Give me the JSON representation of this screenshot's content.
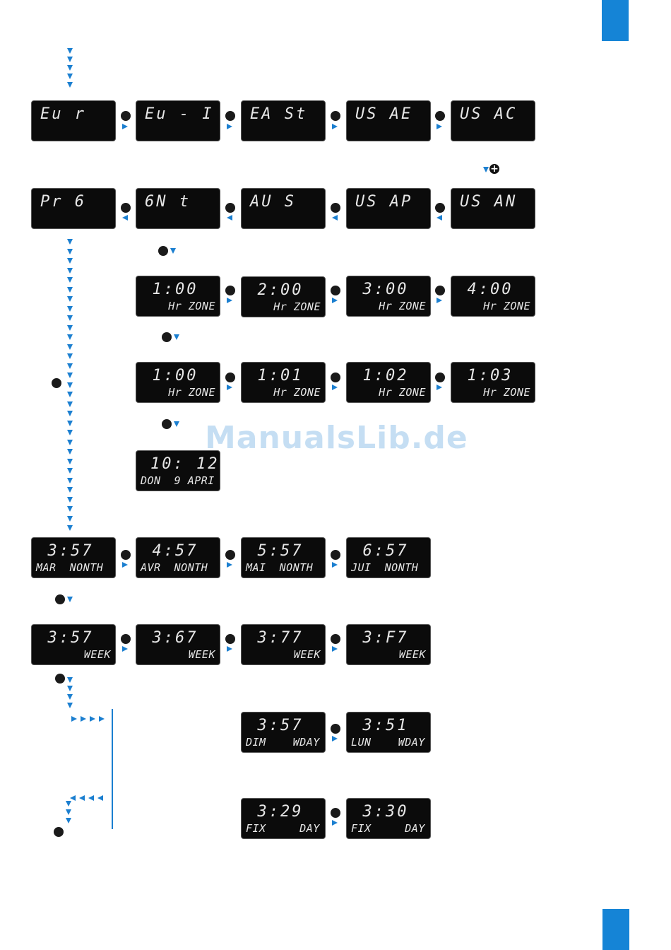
{
  "watermark": "ManualsLib.de",
  "colors": {
    "accent": "#1584d6",
    "arrow": "#1b7fd0",
    "lcd_bg": "#0b0b0b",
    "lcd_text": "#e6e6e6"
  },
  "icons": {
    "button": "black-dot-button",
    "plus": "plus-icon",
    "arrow": "triangle-arrow"
  },
  "row_country_top": [
    "Eu r",
    "Eu - I",
    "EA St",
    "US AE",
    "US AC"
  ],
  "row_country_bottom": [
    "Pr 6",
    "6N t",
    "AU S",
    "US AP",
    "US AN"
  ],
  "plus_symbol": "+",
  "row_zone_hours": [
    {
      "main": "1:00",
      "sub": "Hr ZONE"
    },
    {
      "main": "2:00",
      "sub": "Hr ZONE"
    },
    {
      "main": "3:00",
      "sub": "Hr ZONE"
    },
    {
      "main": "4:00",
      "sub": "Hr ZONE"
    }
  ],
  "row_zone_minutes": [
    {
      "main": "1:00",
      "sub": "Hr ZONE"
    },
    {
      "main": "1:01",
      "sub": "Hr ZONE"
    },
    {
      "main": "1:02",
      "sub": "Hr ZONE"
    },
    {
      "main": "1:03",
      "sub": "Hr ZONE"
    }
  ],
  "date_display": {
    "main": "10: 12",
    "sub": "DON  9 APRI"
  },
  "row_month": [
    {
      "main": "3:57",
      "sub": "MAR  NONTH"
    },
    {
      "main": "4:57",
      "sub": "AVR  NONTH"
    },
    {
      "main": "5:57",
      "sub": "MAI  NONTH"
    },
    {
      "main": "6:57",
      "sub": "JUI  NONTH"
    }
  ],
  "row_week": [
    {
      "main": "3:57",
      "sub": "WEEK"
    },
    {
      "main": "3:67",
      "sub": "WEEK"
    },
    {
      "main": "3:77",
      "sub": "WEEK"
    },
    {
      "main": "3:F7",
      "sub": "WEEK"
    }
  ],
  "row_wday": [
    {
      "main": "3:57",
      "sub": "DIM    WDAY"
    },
    {
      "main": "3:51",
      "sub": "LUN    WDAY"
    }
  ],
  "row_fixday": [
    {
      "main": "3:29",
      "sub": "FIX     DAY"
    },
    {
      "main": "3:30",
      "sub": "FIX     DAY"
    }
  ]
}
